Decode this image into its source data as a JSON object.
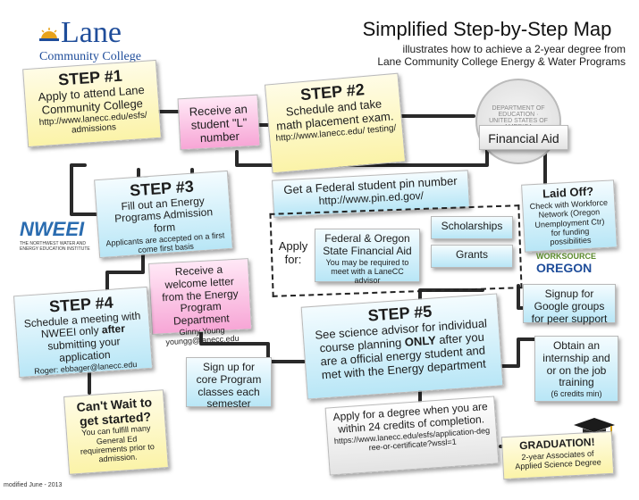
{
  "logo": {
    "name": "Lane",
    "subtitle": "Community College"
  },
  "title": "Simplified Step-by-Step Map",
  "subtitle_line1": "illustrates how to achieve a 2-year degree from",
  "subtitle_line2": "Lane Community College Energy & Water Programs",
  "step1": {
    "heading": "STEP #1",
    "text": "Apply to attend Lane Community College",
    "url": "http://www.lanecc.edu/esfs/ admissions"
  },
  "l_number": {
    "text": "Receive an student \"L\" number"
  },
  "step2": {
    "heading": "STEP #2",
    "text": "Schedule and take math placement exam.",
    "url": "http://www.lanecc.edu/ testing/"
  },
  "seal": {
    "text": "DEPARTMENT OF EDUCATION · UNITED STATES OF AMERICA"
  },
  "financial_aid": {
    "label": "Financial Aid"
  },
  "step3": {
    "heading": "STEP #3",
    "text": "Fill out an Energy Programs Admission form",
    "note": "Applicants are accepted on a first come first basis"
  },
  "pin": {
    "text": "Get a Federal student pin number",
    "url": "http://www.pin.ed.gov/"
  },
  "laid_off": {
    "heading": "Laid Off?",
    "text": "Check with Workforce Network (Oregon Unemployment Ctr) for funding possibilities"
  },
  "nweei": {
    "name": "NWEEI",
    "tagline": "THE NORTHWEST WATER AND ENERGY EDUCATION INSTITUTE"
  },
  "welcome": {
    "text": "Receive a welcome letter from the Energy Program Department",
    "contact_name": "Ginny Young",
    "contact_email": "youngg@lanecc.edu"
  },
  "apply_for": {
    "label": "Apply for:",
    "aid_title": "Federal & Oregon State Financial Aid",
    "aid_note": "You may be required to meet with a LaneCC advisor",
    "scholarships": "Scholarships",
    "grants": "Grants"
  },
  "worksource": {
    "line1": "WORKSOURCE",
    "line2": "OREGON"
  },
  "step4": {
    "heading": "STEP #4",
    "text_a": "Schedule a meeting with NWEEI only",
    "text_b": "after",
    "text_c": "submitting your application",
    "contact": "Roger: ebbager@lanecc.edu"
  },
  "google": {
    "text": "Signup for Google groups for peer support"
  },
  "step5": {
    "heading": "STEP #5",
    "text_a": "See science advisor for individual course planning",
    "text_b": "ONLY",
    "text_c": "after you are a official energy student and met with the Energy department"
  },
  "core": {
    "text": "Sign up for core Program classes each semester"
  },
  "internship": {
    "text": "Obtain an internship and or on the job training",
    "note": "(6 credits min)"
  },
  "cant_wait": {
    "heading": "Can't Wait to get started?",
    "text": "You can fulfill many General Ed requirements prior to admission."
  },
  "degree": {
    "text": "Apply for a degree when you are within 24 credits of completion.",
    "url": "https://www.lanecc.edu/esfs/application-degree-or-certificate?wssl=1"
  },
  "graduation": {
    "heading": "GRADUATION!",
    "text": "2-year Associates of Applied Science Degree"
  },
  "footer": {
    "modified": "modified June - 2013"
  }
}
